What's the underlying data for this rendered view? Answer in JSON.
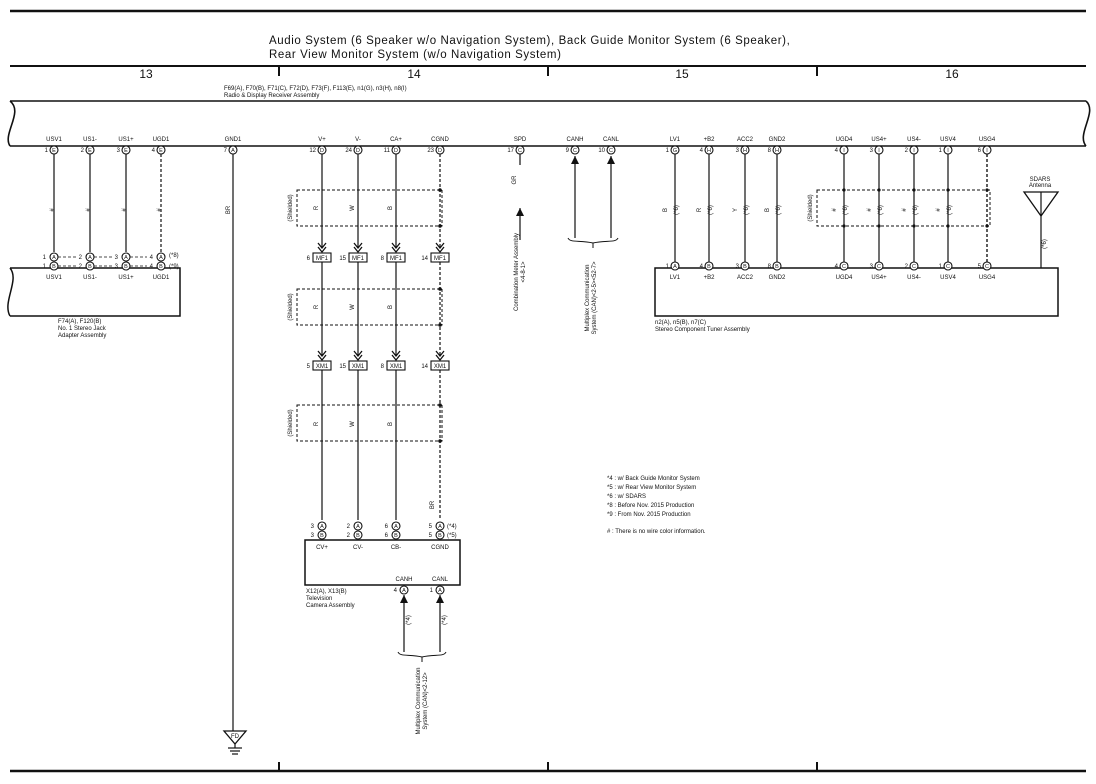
{
  "title": {
    "line1": "Audio System (6 Speaker w/o Navigation System),  Back Guide Monitor System (6 Speaker),",
    "line2": "Rear View Monitor System (w/o Navigation System)"
  },
  "columns": [
    "13",
    "14",
    "15",
    "16"
  ],
  "receiver": {
    "refs": "F69(A), F70(B), F71(C), F72(D), F73(F), F113(E), n1(G), n3(H), n8(I)",
    "name": "Radio & Display Receiver Assembly"
  },
  "receiver_pins": [
    {
      "id": "usv1",
      "label": "USV1",
      "num": "1",
      "conn": "E"
    },
    {
      "id": "us1m",
      "label": "US1-",
      "num": "2",
      "conn": "E"
    },
    {
      "id": "us1p",
      "label": "US1+",
      "num": "3",
      "conn": "E"
    },
    {
      "id": "ugd1",
      "label": "UGD1",
      "num": "4",
      "conn": "E"
    },
    {
      "id": "gnd1",
      "label": "GND1",
      "num": "7",
      "conn": "A"
    },
    {
      "id": "vp",
      "label": "V+",
      "num": "12",
      "conn": "D"
    },
    {
      "id": "vm",
      "label": "V-",
      "num": "24",
      "conn": "D"
    },
    {
      "id": "cap",
      "label": "CA+",
      "num": "11",
      "conn": "D"
    },
    {
      "id": "cgnd",
      "label": "CGND",
      "num": "23",
      "conn": "D"
    },
    {
      "id": "spd",
      "label": "SPD",
      "num": "17",
      "conn": "C"
    },
    {
      "id": "canh",
      "label": "CANH",
      "num": "9",
      "conn": "C"
    },
    {
      "id": "canl",
      "label": "CANL",
      "num": "10",
      "conn": "C"
    },
    {
      "id": "lv1",
      "label": "LV1",
      "num": "1",
      "conn": "G"
    },
    {
      "id": "b2",
      "label": "+B2",
      "num": "4",
      "conn": "H"
    },
    {
      "id": "acc2",
      "label": "ACC2",
      "num": "3",
      "conn": "H"
    },
    {
      "id": "gnd2",
      "label": "GND2",
      "num": "8",
      "conn": "H"
    },
    {
      "id": "ugd4",
      "label": "UGD4",
      "num": "4",
      "conn": "I"
    },
    {
      "id": "us4p",
      "label": "US4+",
      "num": "3",
      "conn": "I"
    },
    {
      "id": "us4m",
      "label": "US4-",
      "num": "2",
      "conn": "I"
    },
    {
      "id": "usv4",
      "label": "USV4",
      "num": "1",
      "conn": "I"
    },
    {
      "id": "usg4",
      "label": "USG4",
      "num": "6",
      "conn": "I"
    }
  ],
  "jack": {
    "refs": "F74(A), F120(B)",
    "line1": "No. 1 Stereo Jack",
    "line2": "Adapter Assembly",
    "pins": [
      {
        "label": "USV1",
        "numA": "1",
        "numB": "1"
      },
      {
        "label": "US1-",
        "numA": "2",
        "numB": "2"
      },
      {
        "label": "US1+",
        "numA": "3",
        "numB": "3"
      },
      {
        "label": "UGD1",
        "numA": "4",
        "numB": "4"
      }
    ],
    "notes": [
      "(*8)",
      "(*9)"
    ]
  },
  "wire_hash": "#",
  "wire_colors": {
    "gnd1": "BR",
    "spd": "GR",
    "cgnd": "BR",
    "r": "R",
    "w": "W",
    "b": "B",
    "y": "Y"
  },
  "shielded": "(Shielded)",
  "mf1": {
    "label": "MF1",
    "nums": [
      "6",
      "15",
      "8",
      "14"
    ]
  },
  "xm1": {
    "label": "XM1",
    "nums": [
      "5",
      "15",
      "8",
      "14"
    ]
  },
  "ground": "FD",
  "camera": {
    "refs": "X12(A), X13(B)",
    "line1": "Television",
    "line2": "Camera Assembly",
    "pins": [
      "CV+",
      "CV-",
      "CB-",
      "CGND"
    ],
    "numsA": [
      "3",
      "2",
      "6",
      "5"
    ],
    "numsB": [
      "3",
      "2",
      "6",
      "5"
    ],
    "notes": [
      "(*4)",
      "(*5)"
    ],
    "can_pins": [
      {
        "label": "CANH",
        "num": "4"
      },
      {
        "label": "CANL",
        "num": "1"
      }
    ],
    "can_notes": [
      "(*4)",
      "(*4)"
    ]
  },
  "meter_ref": {
    "line1": "Combination Meter Assembly",
    "line2": "<4-8-1>"
  },
  "mpx_top": {
    "line1": "Multiplex Communication",
    "line2": "System (CAN)<2-5><52-7>"
  },
  "mpx_bottom": {
    "line1": "Multiplex Communication",
    "line2": "System (CAN)<2-12>"
  },
  "tuner": {
    "refs": "n2(A), n5(B), n7(C)",
    "name": "Stereo Component Tuner Assembly",
    "pins": [
      {
        "label": "LV1",
        "num": "1",
        "conn": "A"
      },
      {
        "label": "+B2",
        "num": "4",
        "conn": "B"
      },
      {
        "label": "ACC2",
        "num": "3",
        "conn": "B"
      },
      {
        "label": "GND2",
        "num": "8",
        "conn": "B"
      },
      {
        "label": "UGD4",
        "num": "4",
        "conn": "C"
      },
      {
        "label": "US4+",
        "num": "3",
        "conn": "C"
      },
      {
        "label": "US4-",
        "num": "2",
        "conn": "C"
      },
      {
        "label": "USV4",
        "num": "1",
        "conn": "C"
      },
      {
        "label": "USG4",
        "num": "5",
        "conn": "C"
      }
    ],
    "note": "(*6)"
  },
  "antenna": {
    "line1": "SDARS",
    "line2": "Antenna",
    "note": "(*6)"
  },
  "legend": [
    "*4 : w/ Back Guide Monitor System",
    "*5 : w/ Rear View Monitor System",
    "*6 : w/ SDARS",
    "*8 : Before Nov.  2015 Production",
    "*9 : From Nov.  2015 Production"
  ],
  "legend_hash": "# : There is no wire color information."
}
